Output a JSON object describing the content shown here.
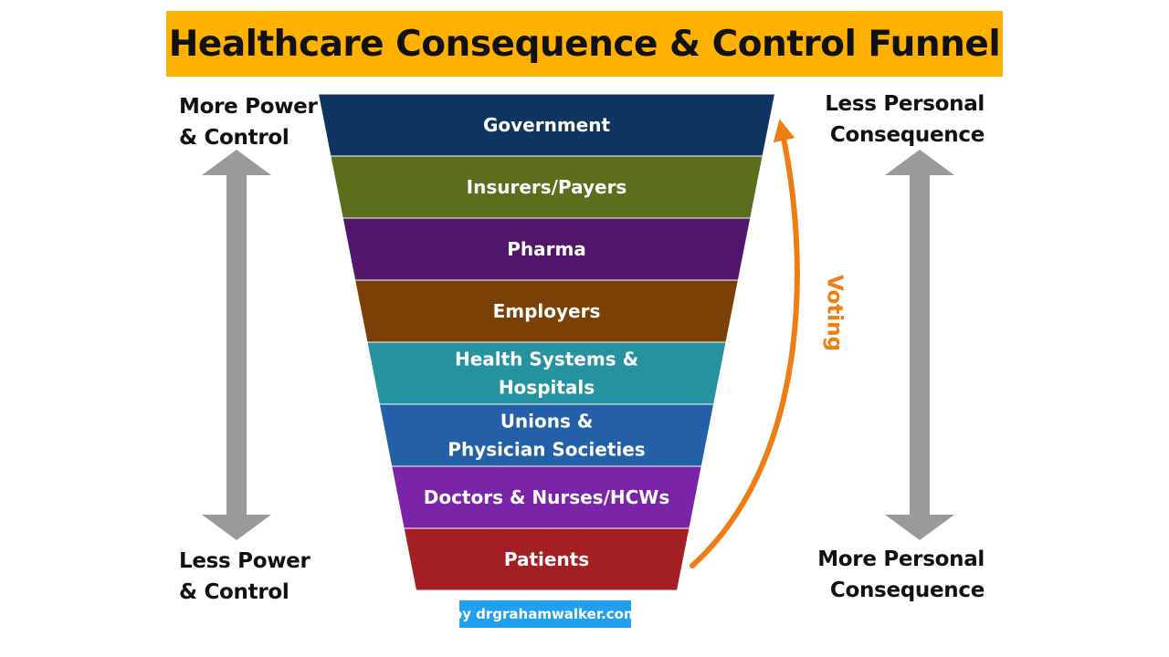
{
  "title": "Healthcare Consequence & Control Funnel",
  "left": {
    "top_label": [
      "More Power",
      "& Control"
    ],
    "bottom_label": [
      "Less Power",
      "& Control"
    ]
  },
  "right": {
    "top_label": [
      "Less Personal",
      "Consequence"
    ],
    "bottom_label": [
      "More Personal",
      "Consequence"
    ]
  },
  "funnel": {
    "levels": [
      {
        "lines": [
          "Government"
        ],
        "color": "#0e3460"
      },
      {
        "lines": [
          "Insurers/Payers"
        ],
        "color": "#5a6e1c"
      },
      {
        "lines": [
          "Pharma"
        ],
        "color": "#52166a"
      },
      {
        "lines": [
          "Employers"
        ],
        "color": "#7a4006"
      },
      {
        "lines": [
          "Health Systems &",
          "Hospitals"
        ],
        "color": "#2592a0"
      },
      {
        "lines": [
          "Unions &",
          "Physician Societies"
        ],
        "color": "#2360a8"
      },
      {
        "lines": [
          "Doctors & Nurses/HCWs"
        ],
        "color": "#7a24a8"
      },
      {
        "lines": [
          "Patients"
        ],
        "color": "#a41f24"
      }
    ]
  },
  "voting": {
    "label": "Voting",
    "color": "#f07d13"
  },
  "axis_arrow_color": "#9a9a9a",
  "credit": "by drgrahamwalker.com"
}
